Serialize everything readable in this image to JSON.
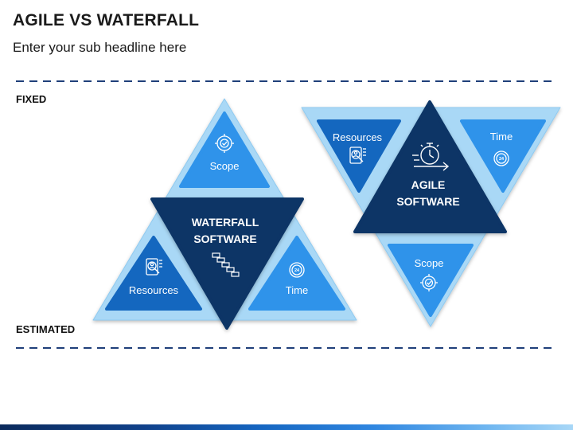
{
  "header": {
    "title": "AGILE VS WATERFALL",
    "subtitle": "Enter your sub headline here"
  },
  "rows": {
    "top_label": "FIXED",
    "bottom_label": "ESTIMATED"
  },
  "waterfall": {
    "center_line1": "WATERFALL",
    "center_line2": "SOFTWARE",
    "top": "Scope",
    "left": "Resources",
    "right": "Time"
  },
  "agile": {
    "center_line1": "AGILE",
    "center_line2": "SOFTWARE",
    "left": "Resources",
    "right": "Time",
    "bottom": "Scope"
  },
  "icons": {
    "scope": "target-checkmark-icon",
    "resources": "person-magnifier-icon",
    "time": "clock-24-icon",
    "waterfall": "staircase-icon",
    "agile": "clock-arrow-icon"
  },
  "colors": {
    "navy": "#0a3466",
    "mid_blue": "#1467bf",
    "bright_blue": "#2f93ea",
    "light_blue": "#a9d8f6",
    "pale_blue": "#d5ecfb"
  }
}
